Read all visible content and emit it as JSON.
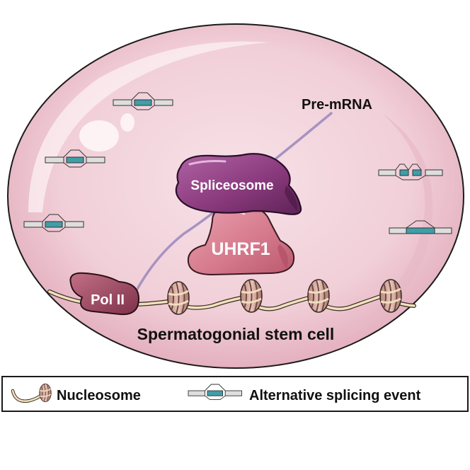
{
  "diagram": {
    "cell_label": "Spermatogonial stem cell",
    "pre_mrna_label": "Pre-mRNA",
    "spliceosome_label": "Spliceosome",
    "uhrf1_label": "UHRF1",
    "pol2_label": "Pol II",
    "nucleosome_count": 4,
    "splicing_event_count": 5
  },
  "legend": {
    "nucleosome_label": "Nucleosome",
    "splicing_label": "Alternative splicing event"
  },
  "colors": {
    "cell_fill": "#f4d7df",
    "cell_outline": "#1a1a1a",
    "spliceosome": "#8b3a7e",
    "uhrf1": "#d8798b",
    "pol2": "#a04b63",
    "nucleosome": "#d4a59a",
    "dna": "#efe2bb",
    "exon": "#3f9ea8",
    "mrna": "#a892c2"
  }
}
